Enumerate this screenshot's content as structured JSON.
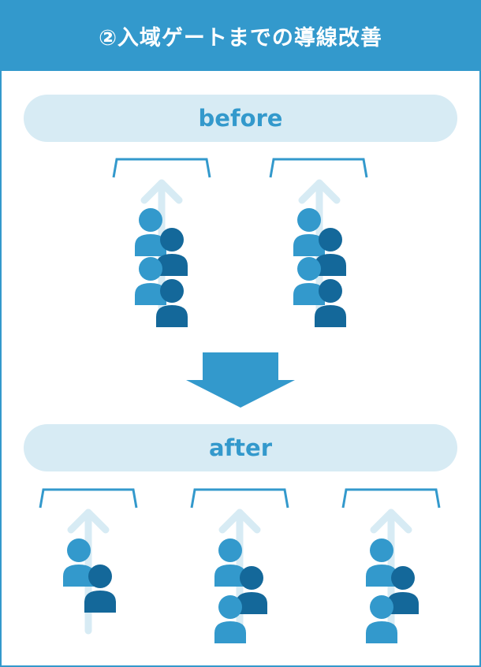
{
  "header": {
    "title": "②入域ゲートまでの導線改善"
  },
  "before": {
    "label": "before"
  },
  "after": {
    "label": "after"
  },
  "colors": {
    "accent": "#3399cc",
    "pill_bg": "#d7ebf4",
    "person_light": "#3399cc",
    "person_dark": "#14689a",
    "arrow_light": "#d7ebf4"
  },
  "icons": [
    "gate-icon",
    "direction-arrow-icon",
    "person-icon",
    "down-arrow-icon"
  ]
}
